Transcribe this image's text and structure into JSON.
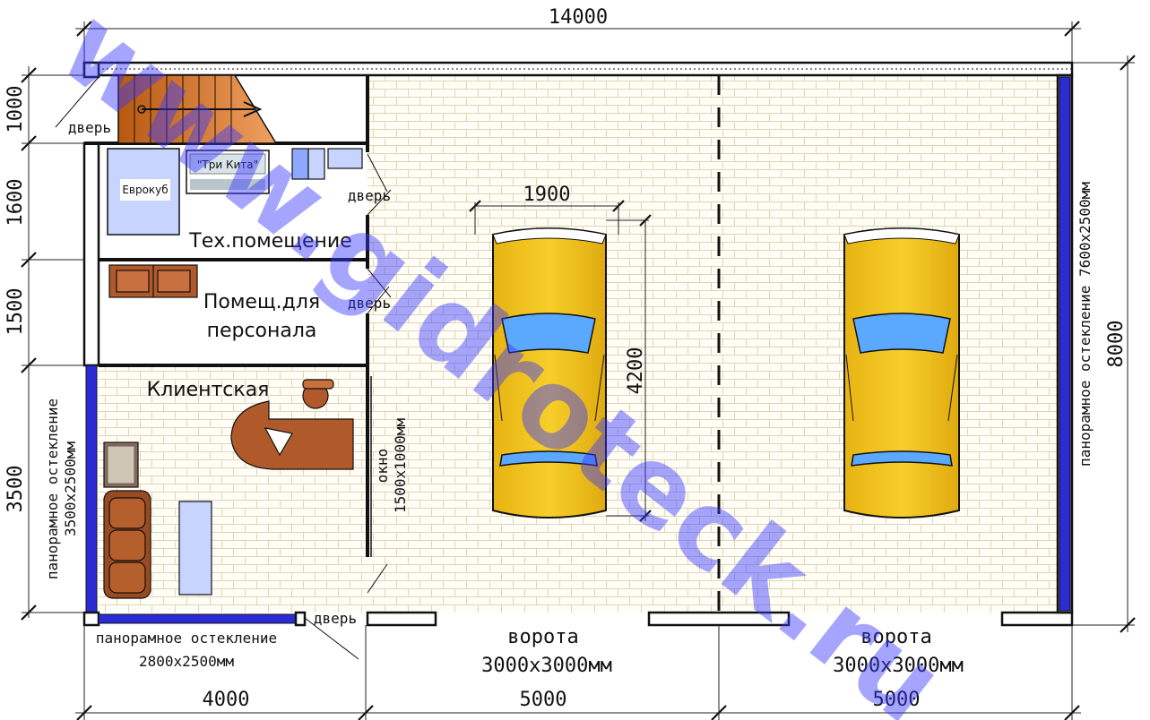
{
  "dimensions": {
    "total_width": "14000",
    "total_height": "8000",
    "seg_bottom_1": "4000",
    "seg_bottom_2": "5000",
    "seg_bottom_3": "5000",
    "left_1": "1000",
    "left_2": "1600",
    "left_3": "1500",
    "left_4": "3500",
    "car_width": "1900",
    "car_length": "4200"
  },
  "rooms": {
    "tech_room": "Тех.помещение",
    "staff_room_line1": "Помещ.для",
    "staff_room_line2": "персонала",
    "client_room": "Клиентская"
  },
  "labels": {
    "door": "дверь",
    "eurocube": "Еврокуб",
    "tri_kita": "\"Три Кита\"",
    "window_line1": "окно",
    "window_line2": "1500x1000мм",
    "glazing_right": "панорамное остекление 7600x2500мм",
    "glazing_left_line1": "панорамное остекление",
    "glazing_left_line2": "3500x2500мм",
    "glazing_bottom_line1": "панорамное остекление",
    "glazing_bottom_line2": "2800x2500мм",
    "gate_label": "ворота",
    "gate_size": "3000x3000мм"
  },
  "watermark": "www.gidroteck.ru",
  "colors": {
    "floor_tile_line": "#d8d2b0",
    "car_body": "#f2c21c",
    "car_glass": "#5aa8ff",
    "glazing": "#2b2bd6",
    "stairs": "#c8691f",
    "furniture_wood": "#b0592a",
    "bed_blue": "#c6d4ff",
    "watermark": "#3838ff"
  }
}
